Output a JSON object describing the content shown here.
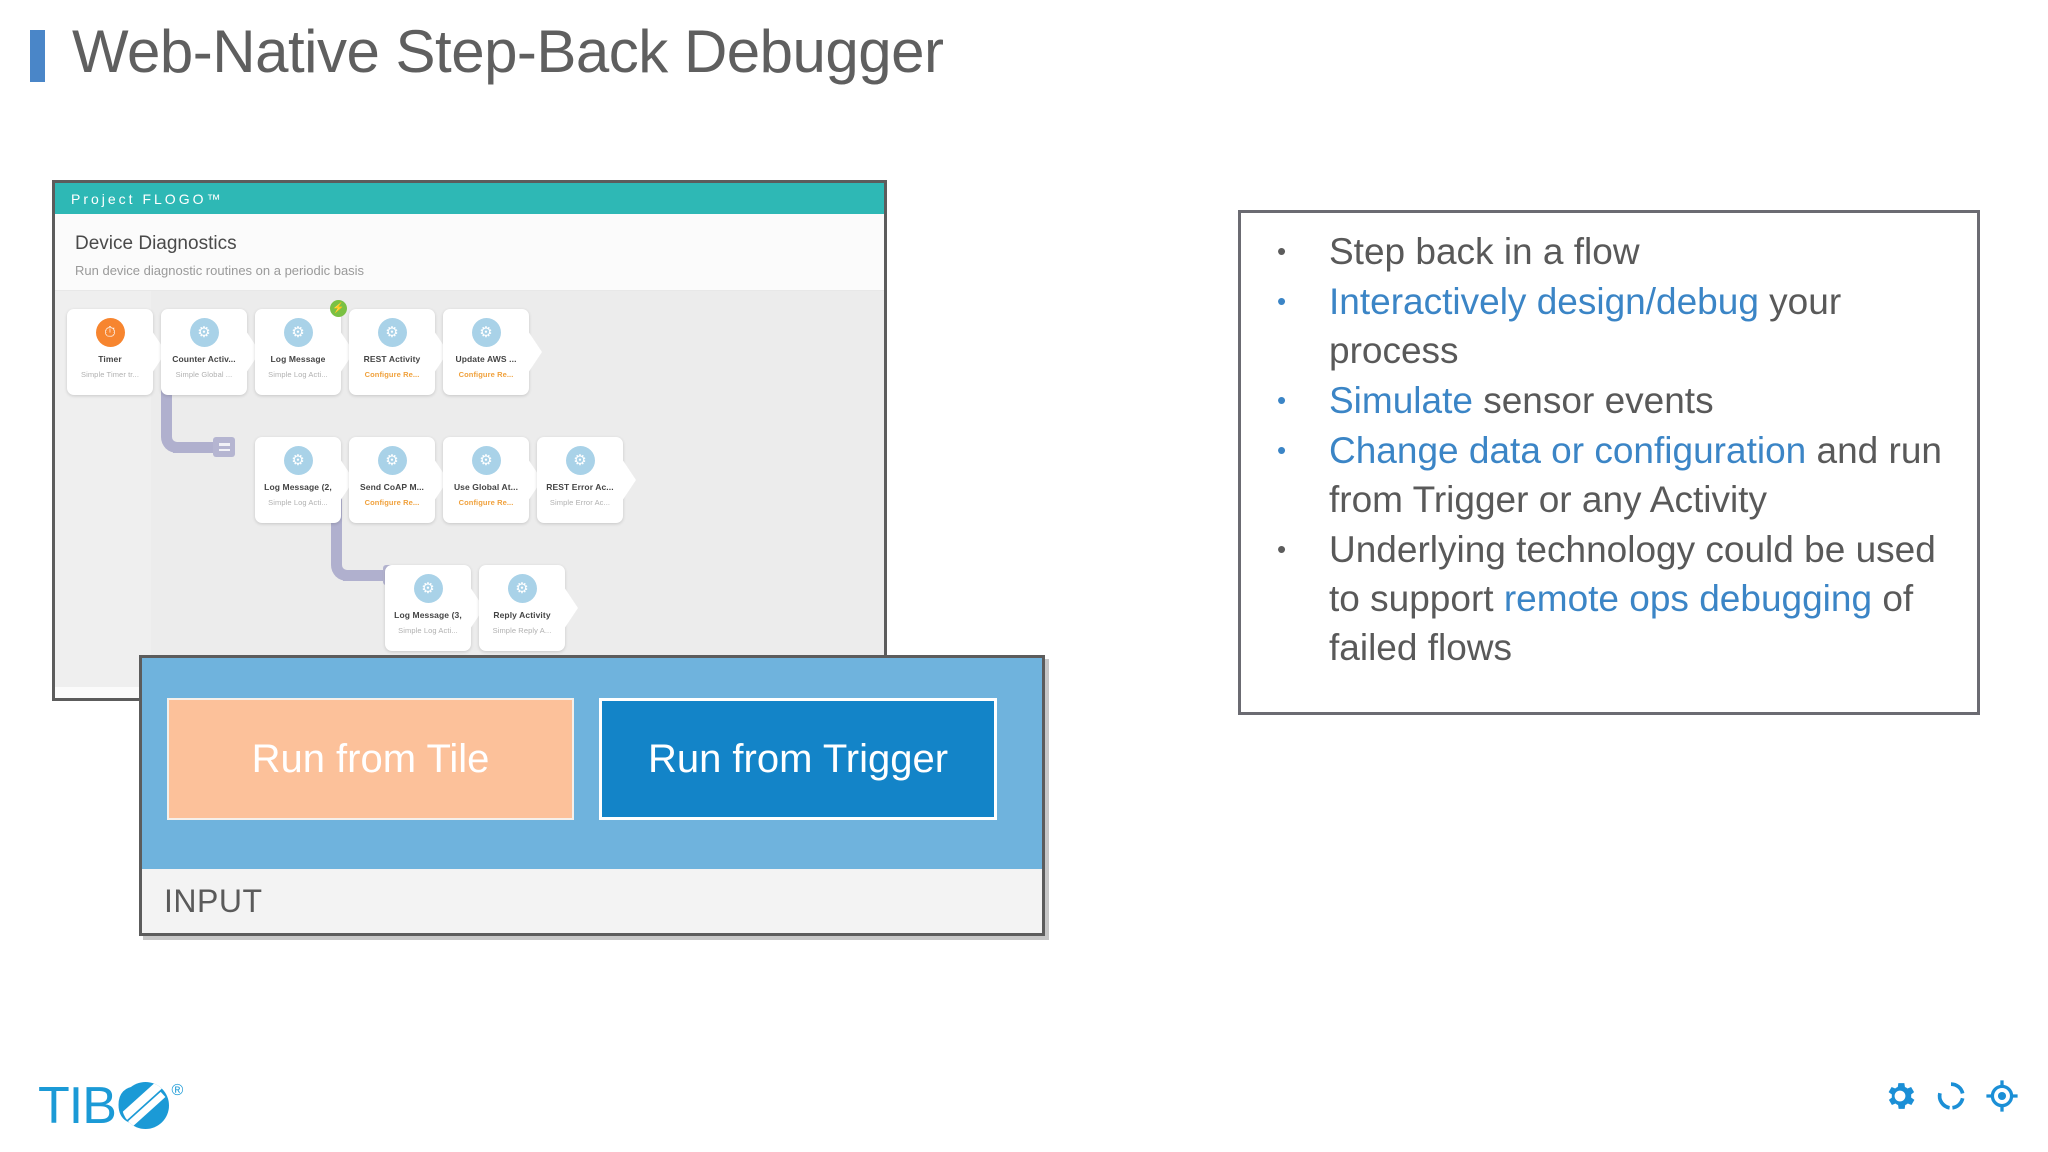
{
  "slide": {
    "title": "Web-Native Step-Back Debugger",
    "accent_color": "#4a86c8",
    "title_color": "#5f5f5f"
  },
  "app_window": {
    "brand": "Project FLOGO™",
    "brand_bar_color": "#2eb8b5",
    "flow_title": "Device Diagnostics",
    "flow_subtitle": "Run device diagnostic routines on a periodic basis",
    "rows": [
      {
        "tiles": [
          {
            "name": "Timer",
            "desc": "Simple Timer tr...",
            "desc_state": "normal",
            "icon": "timer-icon",
            "icon_color": "#f7852f",
            "glyph": "⏱",
            "badge": null
          },
          {
            "name": "Counter Activ...",
            "desc": "Simple Global ...",
            "desc_state": "normal",
            "icon": "gear-icon",
            "icon_color": "#a9d2e8",
            "glyph": "⚙",
            "badge": null
          },
          {
            "name": "Log Message",
            "desc": "Simple Log Acti...",
            "desc_state": "normal",
            "icon": "gear-icon",
            "icon_color": "#a9d2e8",
            "glyph": "⚙",
            "badge": "⚡"
          },
          {
            "name": "REST Activity",
            "desc": "Configure Re...",
            "desc_state": "warn",
            "icon": "gear-icon",
            "icon_color": "#a9d2e8",
            "glyph": "⚙",
            "badge": null
          },
          {
            "name": "Update AWS ...",
            "desc": "Configure Re...",
            "desc_state": "warn",
            "icon": "gear-icon",
            "icon_color": "#a9d2e8",
            "glyph": "⚙",
            "badge": null
          }
        ]
      },
      {
        "tiles": [
          {
            "name": "Log Message (2,",
            "desc": "Simple Log Acti...",
            "desc_state": "normal",
            "icon": "gear-icon",
            "icon_color": "#a9d2e8",
            "glyph": "⚙",
            "badge": null
          },
          {
            "name": "Send CoAP M...",
            "desc": "Configure Re...",
            "desc_state": "warn",
            "icon": "gear-icon",
            "icon_color": "#a9d2e8",
            "glyph": "⚙",
            "badge": null
          },
          {
            "name": "Use Global At...",
            "desc": "Configure Re...",
            "desc_state": "warn",
            "icon": "gear-icon",
            "icon_color": "#a9d2e8",
            "glyph": "⚙",
            "badge": null
          },
          {
            "name": "REST Error Ac...",
            "desc": "Simple Error Ac...",
            "desc_state": "normal",
            "icon": "gear-icon",
            "icon_color": "#a9d2e8",
            "glyph": "⚙",
            "badge": null
          }
        ]
      },
      {
        "tiles": [
          {
            "name": "Log Message (3,",
            "desc": "Simple Log Acti...",
            "desc_state": "normal",
            "icon": "gear-icon",
            "icon_color": "#a9d2e8",
            "glyph": "⚙",
            "badge": null
          },
          {
            "name": "Reply Activity",
            "desc": "Simple Reply A...",
            "desc_state": "normal",
            "icon": "gear-icon",
            "icon_color": "#a9d2e8",
            "glyph": "⚙",
            "badge": null
          }
        ]
      }
    ]
  },
  "run_panel": {
    "background_color": "#6fb3dd",
    "run_from_tile_label": "Run from Tile",
    "run_from_tile_color": "#fcc19a",
    "run_from_trigger_label": "Run from Trigger",
    "run_from_trigger_color": "#1384c8",
    "input_label": "INPUT"
  },
  "bullets": {
    "highlight_color": "#3b85c6",
    "text_color": "#595959",
    "items": [
      {
        "dot_color": "normal",
        "segments": [
          {
            "text": "Step back in a flow",
            "highlight": false
          }
        ]
      },
      {
        "dot_color": "blue",
        "segments": [
          {
            "text": "Interactively design/debug",
            "highlight": true
          },
          {
            "text": " your process",
            "highlight": false
          }
        ]
      },
      {
        "dot_color": "blue",
        "segments": [
          {
            "text": "Simulate",
            "highlight": true
          },
          {
            "text": " sensor events",
            "highlight": false
          }
        ]
      },
      {
        "dot_color": "blue",
        "segments": [
          {
            "text": "Change data or configuration",
            "highlight": true
          },
          {
            "text": " and run from Trigger or any Activity",
            "highlight": false
          }
        ]
      },
      {
        "dot_color": "normal",
        "segments": [
          {
            "text": "Underlying technology could be used to support ",
            "highlight": false
          },
          {
            "text": "remote ops debugging",
            "highlight": true
          },
          {
            "text": " of failed flows",
            "highlight": false
          }
        ]
      }
    ]
  },
  "footer": {
    "logo_text": "TIBC",
    "logo_registered": "®",
    "logo_color": "#1b9ad6",
    "icons": [
      "gear-icon",
      "refresh-circle-icon",
      "target-crosshair-icon"
    ]
  }
}
